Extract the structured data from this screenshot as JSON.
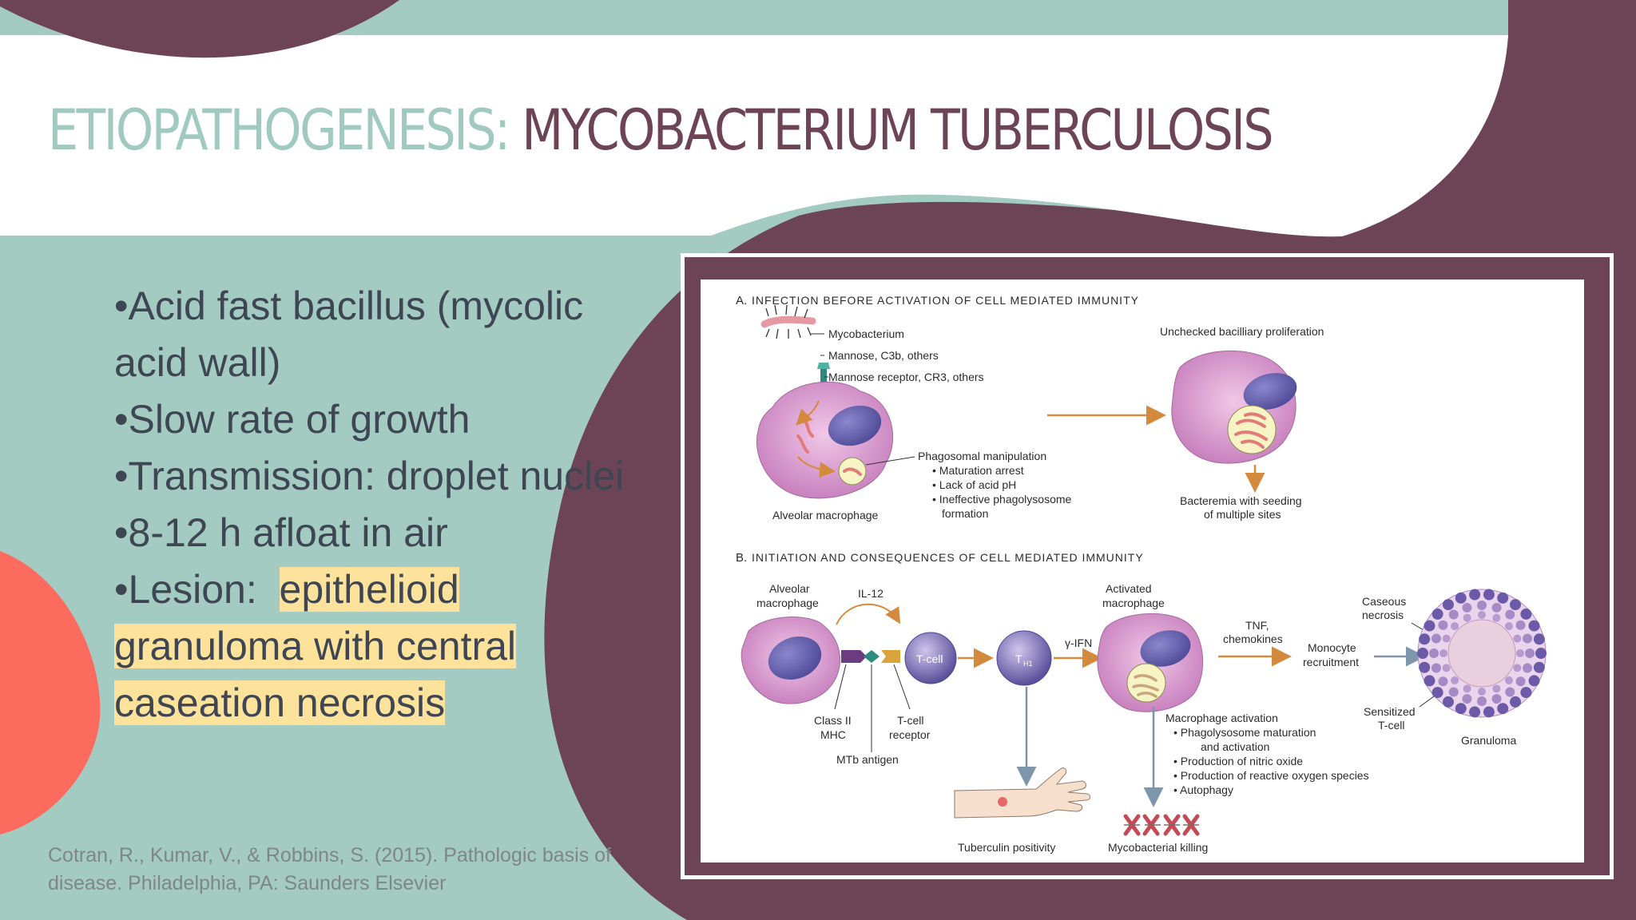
{
  "title": {
    "prefix": "ETIOPATHOGENESIS:",
    "main": "MYCOBACTERIUM TUBERCULOSIS"
  },
  "bullets": [
    {
      "text": "•Acid fast bacillus (mycolic acid wall)"
    },
    {
      "text": "•Slow rate of growth"
    },
    {
      "text": "•Transmission: droplet nuclei"
    },
    {
      "text": "•8-12 h afloat in air"
    },
    {
      "prefix": "•Lesion:  ",
      "highlight": "epithelioid granuloma with central caseation necrosis"
    }
  ],
  "citation": "Cotran, R., Kumar, V., & Robbins, S. (2015). Pathologic basis of disease. Philadelphia, PA: Saunders Elsevier",
  "colors": {
    "teal": "#a4cbc1",
    "plum": "#6d4356",
    "coral": "#fd6b5e",
    "highlight": "#fde29b"
  },
  "figure": {
    "section_a": {
      "letter": "A.",
      "title": "INFECTION BEFORE ACTIVATION OF CELL MEDIATED IMMUNITY",
      "labels": {
        "mycobacterium": "Mycobacterium",
        "mannose": "Mannose, C3b, others",
        "receptor": "Mannose receptor, CR3, others",
        "macrophage": "Alveolar macrophage",
        "phagosomal": "Phagosomal manipulation",
        "maturation": "• Maturation arrest",
        "acid": "• Lack of acid pH",
        "ineffective": "• Ineffective phagolysosome",
        "formation": "formation",
        "unchecked": "Unchecked bacilliary proliferation",
        "bacteremia1": "Bacteremia with seeding",
        "bacteremia2": "of multiple sites"
      }
    },
    "section_b": {
      "letter": "B.",
      "title": "INITIATION AND CONSEQUENCES OF CELL MEDIATED IMMUNITY",
      "labels": {
        "alveolar1": "Alveolar",
        "alveolar2": "macrophage",
        "il12": "IL-12",
        "tcell": "T-cell",
        "th": "T",
        "th_sub": "H1",
        "ifn": "γ-IFN",
        "activated1": "Activated",
        "activated2": "macrophage",
        "tnf1": "TNF,",
        "tnf2": "chemokines",
        "monocyte1": "Monocyte",
        "monocyte2": "recruitment",
        "caseous1": "Caseous",
        "caseous2": "necrosis",
        "class1": "Class II",
        "class2": "MHC",
        "receptor1": "T-cell",
        "receptor2": "receptor",
        "antigen": "MTb antigen",
        "activation": "Macrophage activation",
        "act1": "• Phagolysosome maturation",
        "act1b": "and activation",
        "act2": "• Production of nitric oxide",
        "act3": "• Production of reactive oxygen species",
        "act4": "• Autophagy",
        "sensitized1": "Sensitized",
        "sensitized2": "T-cell",
        "granuloma": "Granuloma",
        "tuberculin": "Tuberculin positivity",
        "killing": "Mycobacterial killing"
      }
    }
  }
}
